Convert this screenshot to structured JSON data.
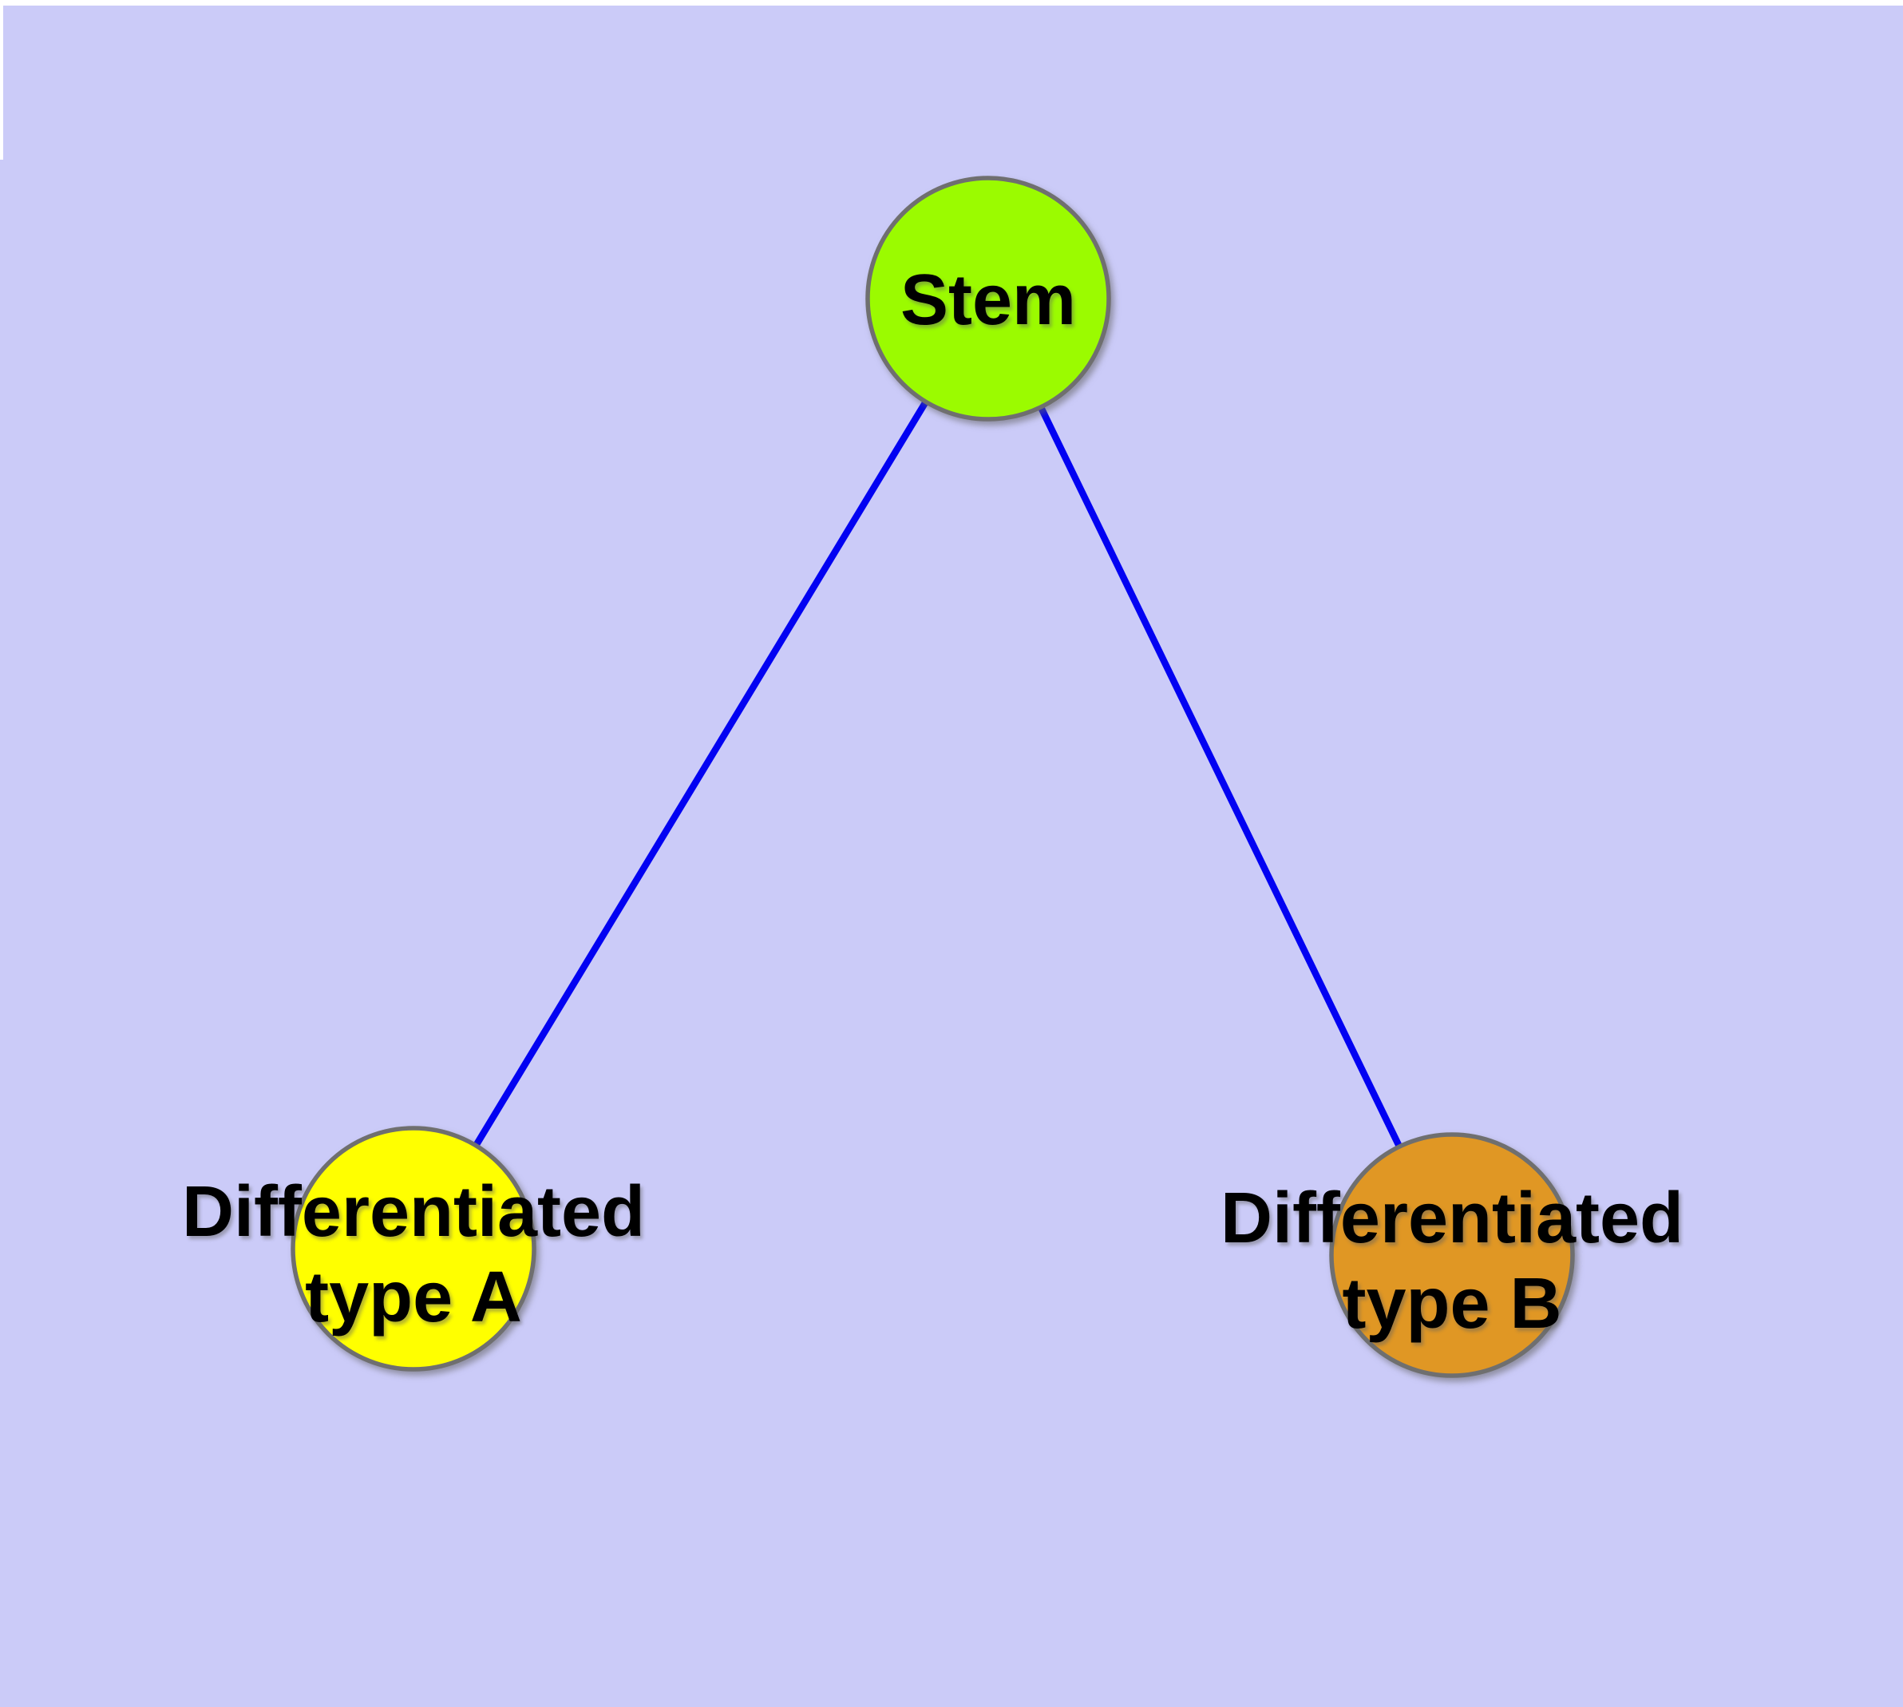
{
  "canvas": {
    "page_color": "#FFFFFF",
    "background_color": "#CBCBF8"
  },
  "diagram": {
    "type": "graph",
    "edge_color": "#0202F2",
    "node_border_color": "#6F6F6F",
    "label_color": "#000000",
    "nodes": {
      "stem": {
        "label": "Stem",
        "fill": "#9BFB00"
      },
      "type_a": {
        "label_line1": "Differentiated",
        "label_line2": "type A",
        "fill": "#FFFF00"
      },
      "type_b": {
        "label_line1": "Differentiated",
        "label_line2": "type B",
        "fill": "#E09724"
      }
    },
    "edges": [
      {
        "from": "stem",
        "to": "type_a"
      },
      {
        "from": "stem",
        "to": "type_b"
      }
    ]
  }
}
